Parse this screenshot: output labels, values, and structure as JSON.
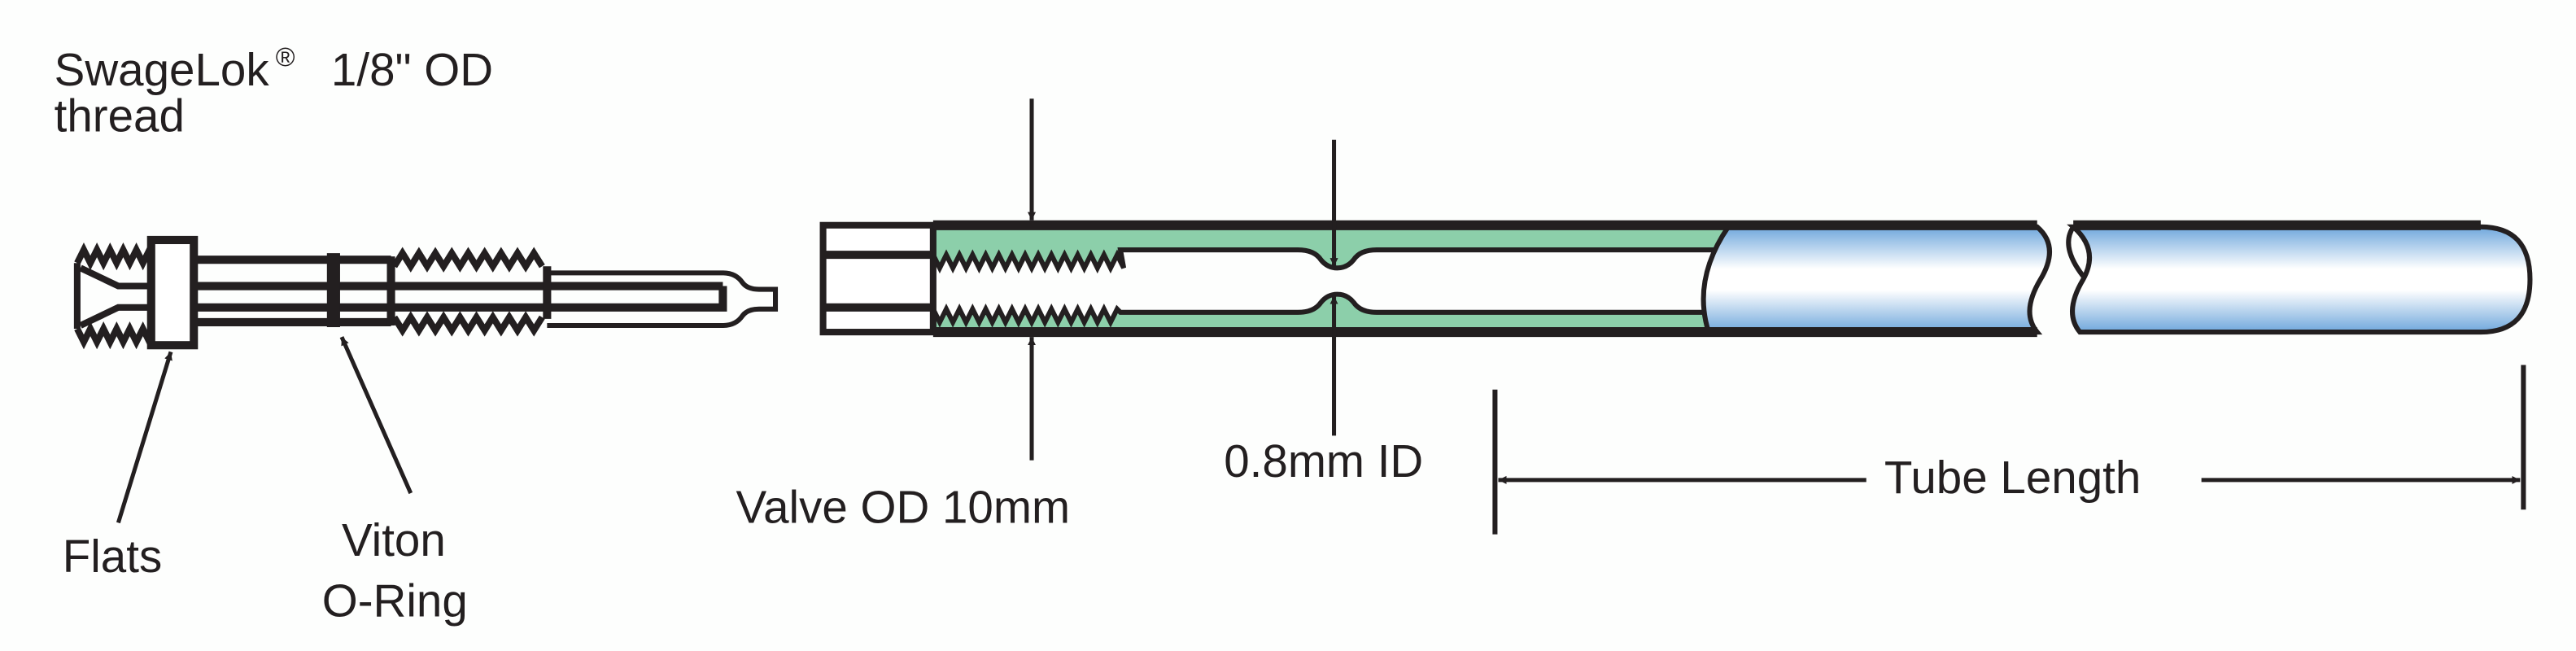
{
  "labels": {
    "swagelok_line1": "SwageLok",
    "registered": "®",
    "swagelok_od": "1/8\" OD",
    "swagelok_line2": "thread",
    "flats": "Flats",
    "viton_line1": "Viton",
    "viton_line2": "O-Ring",
    "valve_od": "Valve OD 10mm",
    "inner_diameter": "0.8mm ID",
    "tube_length": "Tube Length"
  },
  "colors": {
    "line": "#231f20",
    "valve_fill": "#8ccfaa",
    "tube_blue": "#6fa7dc",
    "background": "#fdfefd"
  }
}
